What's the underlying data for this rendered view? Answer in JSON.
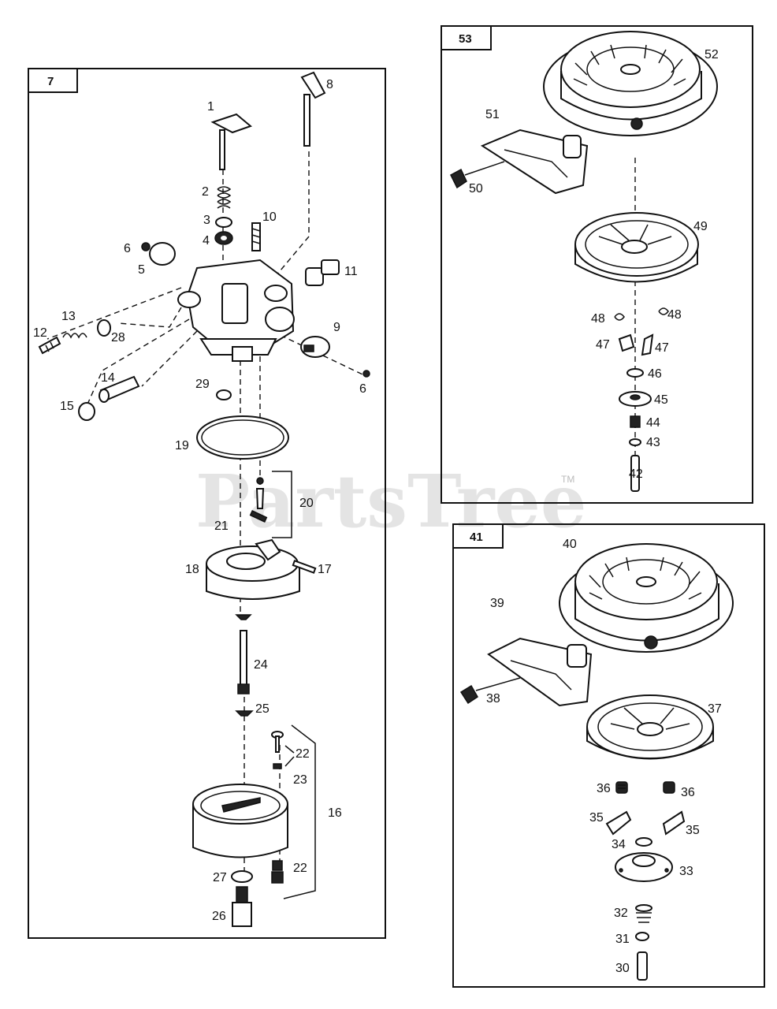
{
  "watermark": {
    "text": "PartsTree",
    "tm": "TM"
  },
  "panels": [
    {
      "id": "7",
      "labels": [
        "1",
        "2",
        "3",
        "4",
        "5",
        "6",
        "6",
        "8",
        "9",
        "10",
        "11",
        "12",
        "13",
        "14",
        "15",
        "16",
        "17",
        "18",
        "19",
        "20",
        "21",
        "22",
        "22",
        "23",
        "24",
        "25",
        "26",
        "27",
        "28",
        "29"
      ]
    },
    {
      "id": "53",
      "labels": [
        "42",
        "43",
        "44",
        "45",
        "46",
        "47",
        "47",
        "48",
        "48",
        "49",
        "50",
        "51",
        "52"
      ]
    },
    {
      "id": "41",
      "labels": [
        "30",
        "31",
        "32",
        "33",
        "34",
        "35",
        "35",
        "36",
        "36",
        "37",
        "38",
        "39",
        "40"
      ]
    }
  ]
}
